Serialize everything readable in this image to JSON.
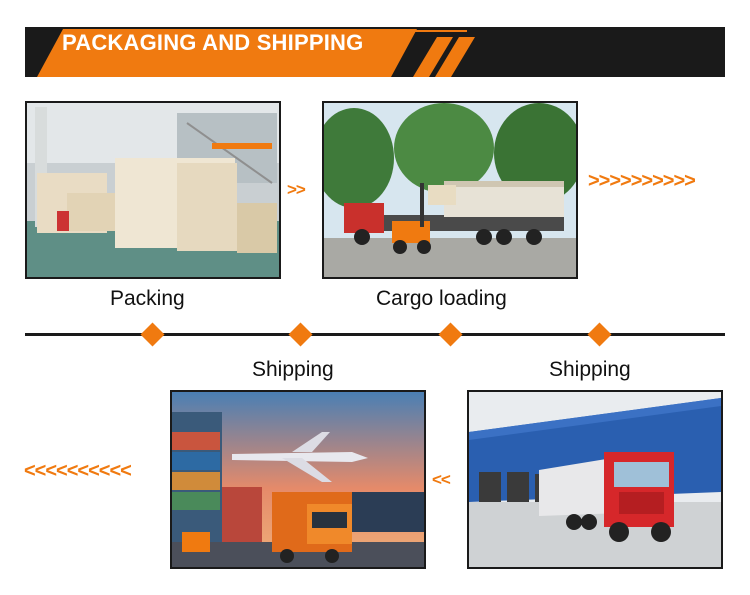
{
  "header": {
    "title": "PACKAGING AND SHIPPING"
  },
  "steps": [
    {
      "label": "Packing"
    },
    {
      "label": "Cargo loading"
    },
    {
      "label": "Shipping"
    },
    {
      "label": "Shipping"
    }
  ],
  "arrows": {
    "short_right": ">>",
    "long_right": ">>>>>>>>>>",
    "short_left": "<<",
    "long_left": "<<<<<<<<<<"
  },
  "colors": {
    "accent": "#f07a10",
    "dark": "#1a1a1a"
  }
}
